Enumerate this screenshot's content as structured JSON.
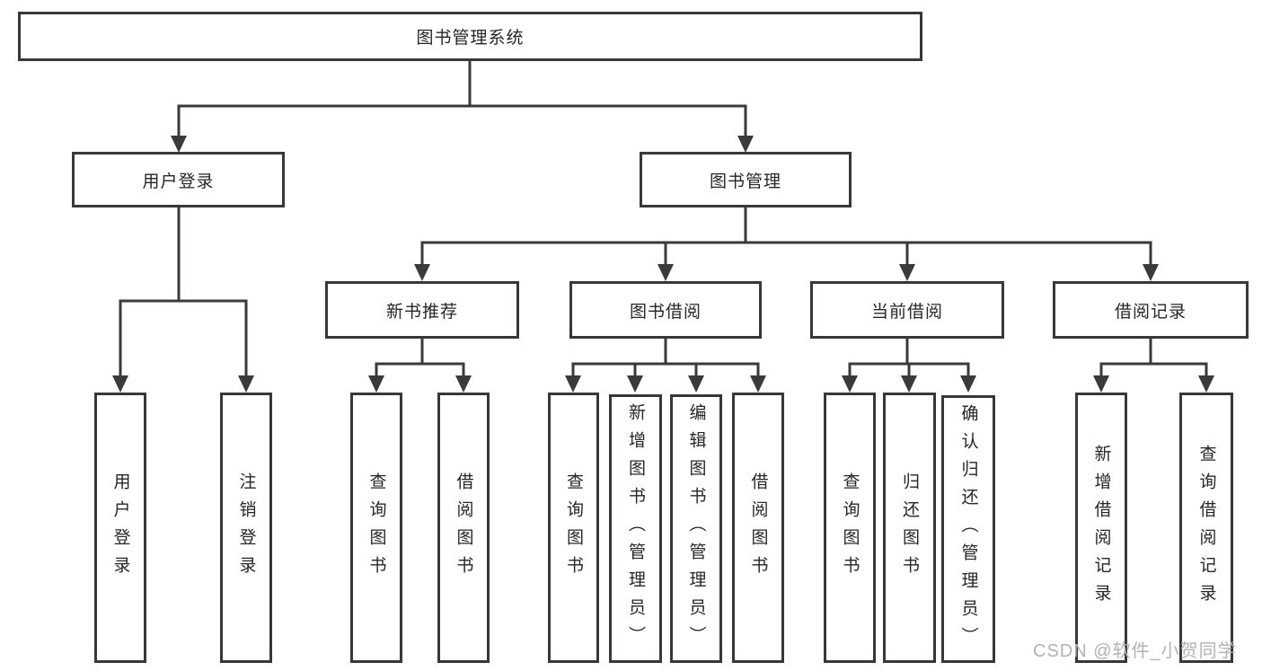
{
  "tree": {
    "root": {
      "label": "图书管理系统"
    },
    "level2": {
      "user_login": {
        "label": "用户登录"
      },
      "book_management": {
        "label": "图书管理"
      }
    },
    "level3": {
      "new_book_recommend": {
        "label": "新书推荐"
      },
      "book_borrow": {
        "label": "图书借阅"
      },
      "current_borrow": {
        "label": "当前借阅"
      },
      "borrow_records": {
        "label": "借阅记录"
      }
    },
    "leaves": {
      "user_login": {
        "label": "用户登录"
      },
      "logout": {
        "label": "注销登录"
      },
      "nb_query_books": {
        "label": "查询图书"
      },
      "nb_borrow_books": {
        "label": "借阅图书"
      },
      "bb_query_books": {
        "label": "查询图书"
      },
      "bb_add_books": {
        "label": "新增图书（管理员）"
      },
      "bb_edit_books": {
        "label": "编辑图书（管理员）"
      },
      "bb_borrow_books": {
        "label": "借阅图书"
      },
      "cb_query_books": {
        "label": "查询图书"
      },
      "cb_return_books": {
        "label": "归还图书"
      },
      "cb_confirm_return": {
        "label": "确认归还（管理员）"
      },
      "br_add_record": {
        "label": "新增借阅记录"
      },
      "br_query_record": {
        "label": "查询借阅记录"
      }
    }
  },
  "watermark": {
    "text": "CSDN @软件_小贺同学"
  },
  "colors": {
    "line": "#3a3a3a",
    "box_border": "#383838",
    "box_bg": "#ffffff",
    "text": "#262626",
    "watermark": "#b3b3b3"
  }
}
